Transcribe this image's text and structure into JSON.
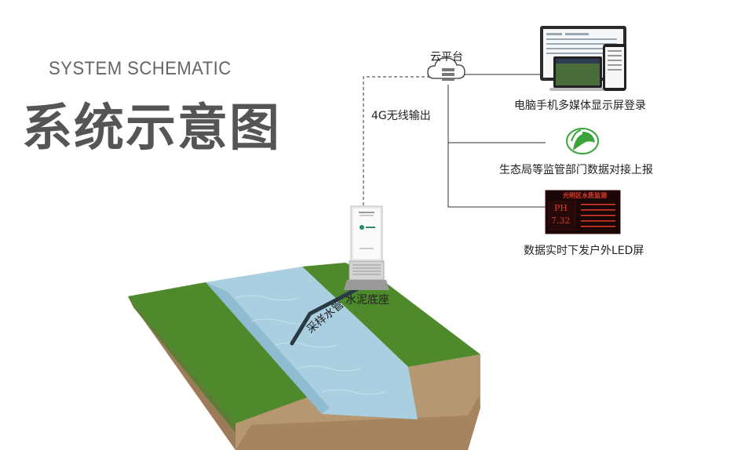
{
  "header": {
    "subtitle": "SYSTEM SCHEMATIC",
    "title": "系统示意图"
  },
  "labels": {
    "cloud": "云平台",
    "transmission": "4G无线输出",
    "terminals": "电脑手机多媒体显示屏登录",
    "report": "生态局等监管部门数据对接上报",
    "led": "数据实时下发户外LED屏",
    "base": "水泥底座",
    "pipe": "采样水管"
  },
  "led_panel": {
    "heading": "光明区水质监测",
    "param": "PH",
    "value": "7.32"
  },
  "colors": {
    "grass": "#4e8a2c",
    "soil": "#b0906a",
    "water": "#a9cfe0",
    "led_bg": "#1a0606",
    "led_text": "#e23a2a",
    "logo_green": "#3aa43a"
  },
  "icons": {
    "cloud": "cloud-server-icon",
    "logo": "eco-logo-icon"
  }
}
